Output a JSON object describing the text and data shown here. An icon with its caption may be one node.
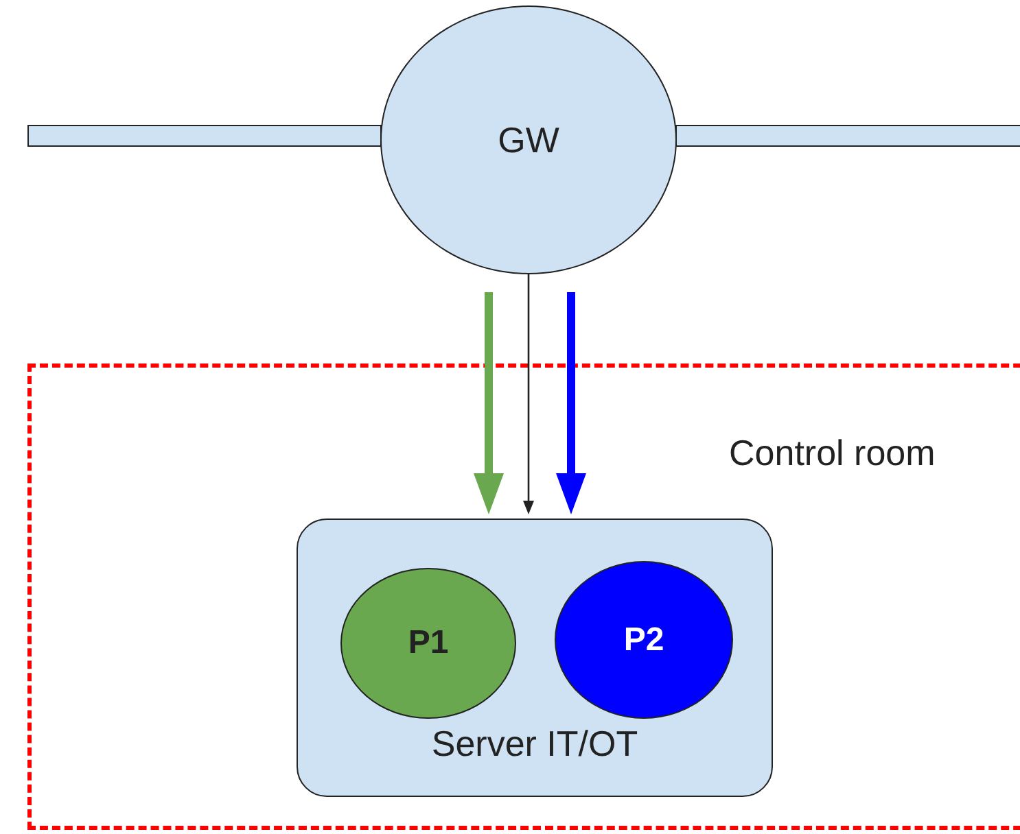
{
  "diagram": {
    "nodes": [
      {
        "text": [
          "GW"
        ]
      },
      {
        "text": [],
        "shape": "bar"
      },
      {
        "text": [],
        "shape": "bar"
      },
      {
        "text": [
          "Control room"
        ]
      },
      {
        "text": [
          "Server IT/OT"
        ],
        "in": 3
      },
      {
        "text": [
          "P1"
        ],
        "in": 4
      },
      {
        "text": [
          "P2"
        ],
        "in": 4
      }
    ],
    "edges": [
      {
        "from": null,
        "to": 4,
        "arrow": "to",
        "color": "#6aa84f"
      },
      {
        "from": 0,
        "to": 4,
        "arrow": "to",
        "color": "#222222"
      },
      {
        "from": null,
        "to": 4,
        "arrow": "to",
        "color": "#0000ff"
      }
    ]
  }
}
